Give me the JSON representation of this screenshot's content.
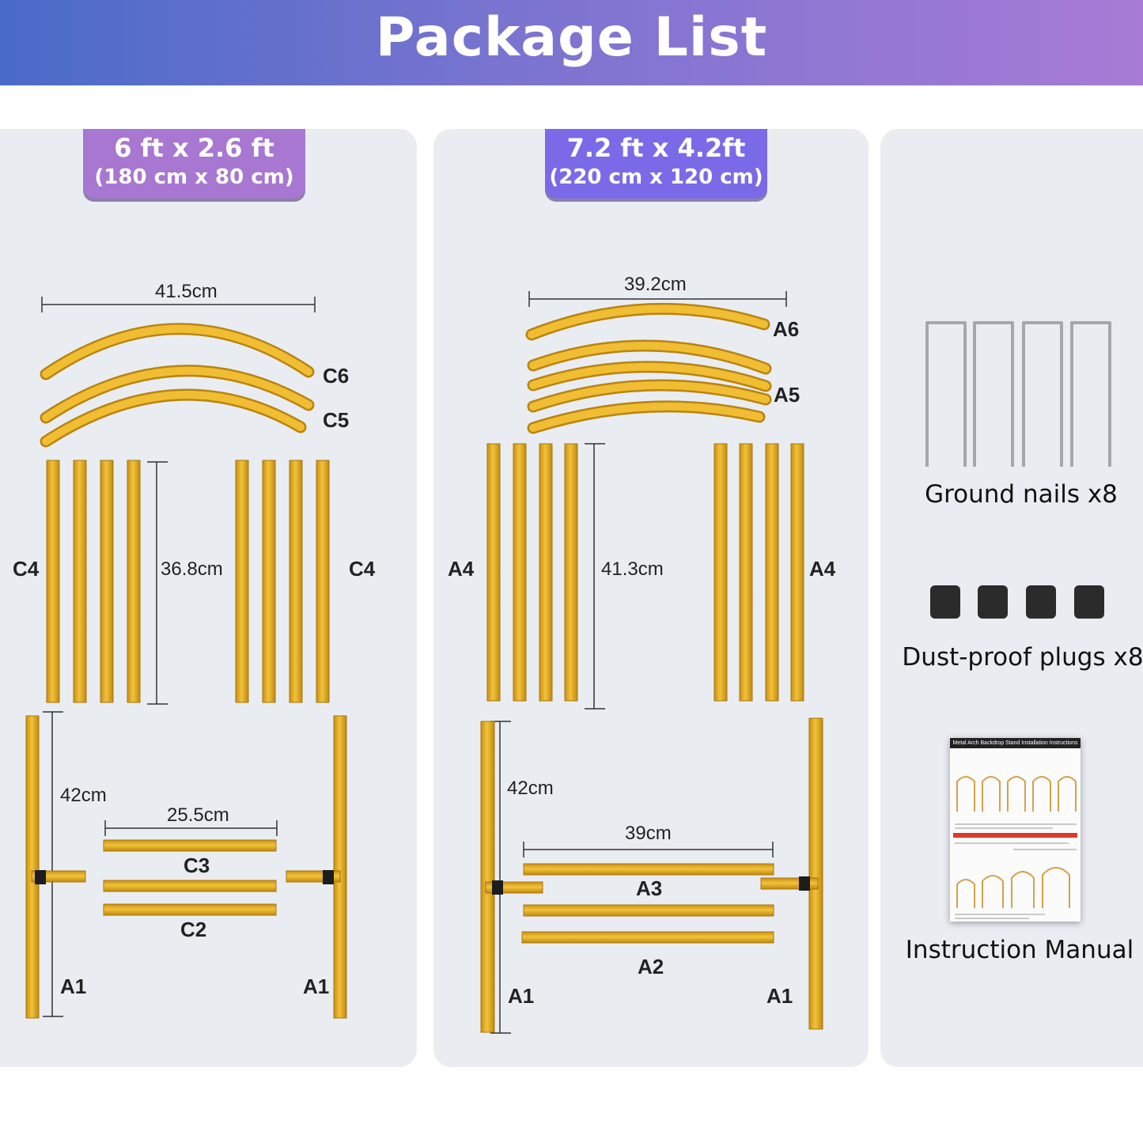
{
  "header": {
    "title": "Package List"
  },
  "sizes": [
    {
      "ft": "6 ft x 2.6 ft",
      "cm": "(180 cm x 80 cm)"
    },
    {
      "ft": "7.2 ft x 4.2ft",
      "cm": "(220 cm x 120 cm)"
    }
  ],
  "small_kit": {
    "arc_dim": "41.5cm",
    "post_dim": "36.8cm",
    "base_dim": "42cm",
    "crossbar_dim": "25.5cm",
    "codes": {
      "c6": "C6",
      "c5": "C5",
      "c4": "C4",
      "c3": "C3",
      "c2": "C2",
      "a1": "A1"
    }
  },
  "large_kit": {
    "arc_dim": "39.2cm",
    "post_dim": "41.3cm",
    "base_dim": "42cm",
    "crossbar_dim": "39cm",
    "codes": {
      "a6": "A6",
      "a5": "A5",
      "a4": "A4",
      "a3": "A3",
      "a2": "A2",
      "a1": "A1"
    }
  },
  "accessories": {
    "nails": "Ground nails  x8",
    "plugs": "Dust-proof plugs x8",
    "manual": "Instruction Manual",
    "manual_header": "Metal Arch Backdrop Stand Installation Instructions"
  },
  "colors": {
    "gold": "#e5ad1c",
    "gold_dark": "#b98410",
    "panel": "#e9edf2",
    "badge_small": "#a777d2",
    "badge_large": "#7b6ae8"
  }
}
